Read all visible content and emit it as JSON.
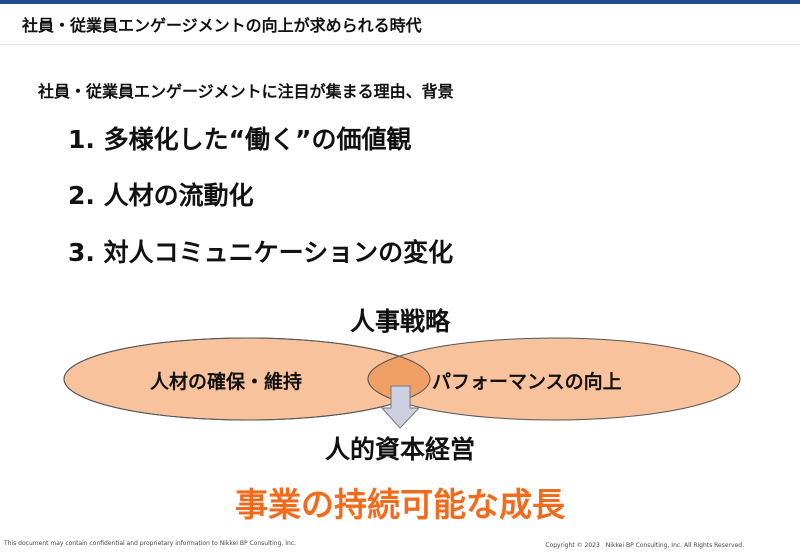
{
  "header": {
    "title": "社員・従業員エンゲージメントの向上が求められる時代"
  },
  "subtitle": "社員・従業員エンゲージメントに注目が集まる理由、背景",
  "reasons": [
    "1. 多様化した“働く”の価値観",
    "2. 人材の流動化",
    "3. 対人コミュニケーションの変化"
  ],
  "diagram": {
    "top_label": "人事戦略",
    "left": "人材の確保・維持",
    "right": "パフォーマンスの向上",
    "result": "人的資本経営",
    "goal": "事業の持続可能な成長"
  },
  "colors": {
    "accent": "#1f4e8c",
    "ellipse": "#f8c29c",
    "overlap": "#f0a064",
    "goal": "#f26b1d",
    "arrow": "#cdd0e0"
  },
  "footer": {
    "left": "This document may contain confidential and proprietary information to Nikkei BP Consulting, Inc.",
    "right": "Copyright © 2023　Nikkei BP Consulting, Inc. All Rights Reserved."
  }
}
